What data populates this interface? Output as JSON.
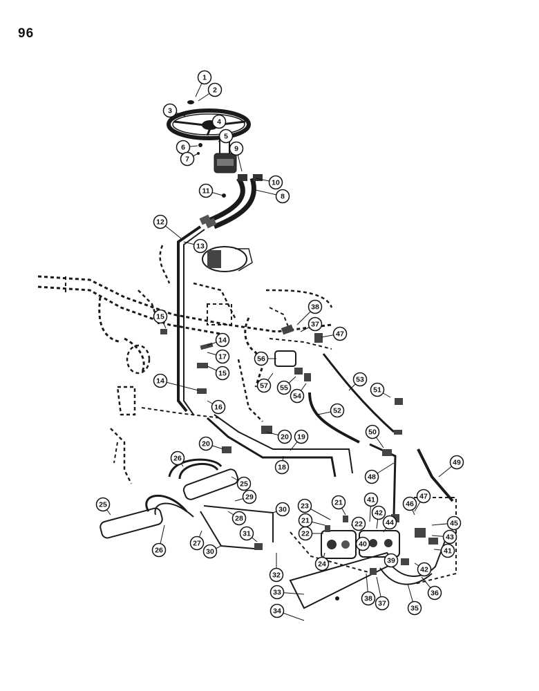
{
  "page": {
    "number": "96"
  },
  "callouts": [
    "1",
    "2",
    "3",
    "4",
    "5",
    "6",
    "7",
    "8",
    "9",
    "10",
    "11",
    "12",
    "13",
    "14",
    "15",
    "16",
    "17",
    "18",
    "19",
    "20",
    "21",
    "22",
    "23",
    "24",
    "25",
    "26",
    "27",
    "28",
    "29",
    "30",
    "31",
    "32",
    "33",
    "34",
    "35",
    "36",
    "37",
    "38",
    "39",
    "40",
    "41",
    "42",
    "43",
    "44",
    "45",
    "46",
    "47",
    "48",
    "49",
    "50",
    "51",
    "52",
    "53",
    "54",
    "55",
    "56",
    "57"
  ],
  "colors": {
    "ink": "#1a1a1a",
    "paper": "#ffffff"
  }
}
